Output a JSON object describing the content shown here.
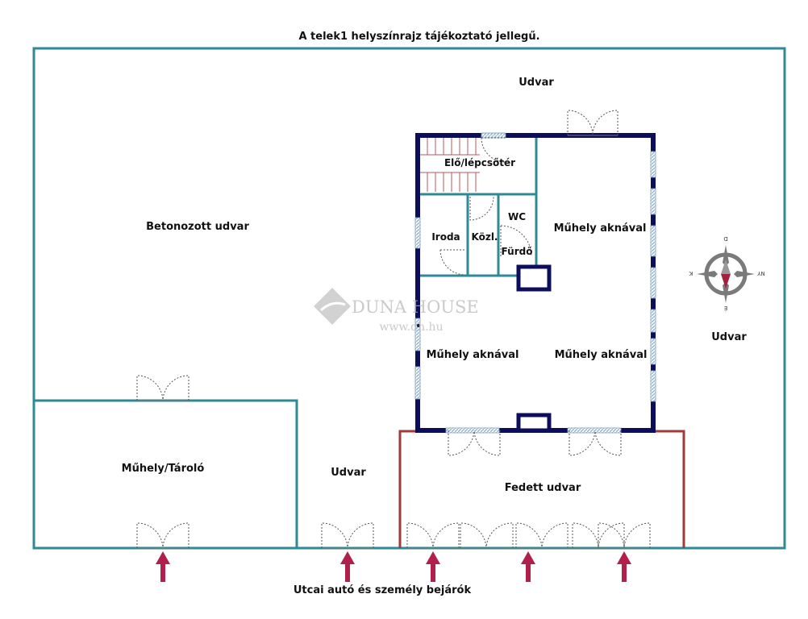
{
  "header": {
    "title": "A telek1 helyszínrajz tájékoztató jellegű."
  },
  "footer": {
    "caption": "Utcai autó és személy bejárók"
  },
  "rooms": {
    "udvar_top": "Udvar",
    "betonozott_udvar": "Betonozott udvar",
    "elo_lepcsoter": "Elő/lépcsőtér",
    "iroda": "Iroda",
    "kozl": "Közl.",
    "wc": "WC",
    "furdo": "Fürdő",
    "muhely_top_right": "Műhely aknával",
    "muhely_bottom_left": "Műhely aknával",
    "muhely_bottom_right": "Műhely aknával",
    "udvar_right": "Udvar",
    "muhely_tarolo": "Műhely/Tároló",
    "udvar_middle": "Udvar",
    "fedett_udvar": "Fedett udvar"
  },
  "compass": {
    "north": "D",
    "south": "É",
    "east": "NY",
    "west": "K"
  },
  "watermark": {
    "brand": "DUNA HOUSE",
    "url": "www.dh.hu"
  },
  "colors": {
    "plot_outline": "#2e8a94",
    "building_wall": "#0c0e5c",
    "covered_yard": "#a33a3a",
    "stairs": "#b85a5a",
    "window": "#9fbfd8",
    "arrow": "#b0204a"
  }
}
